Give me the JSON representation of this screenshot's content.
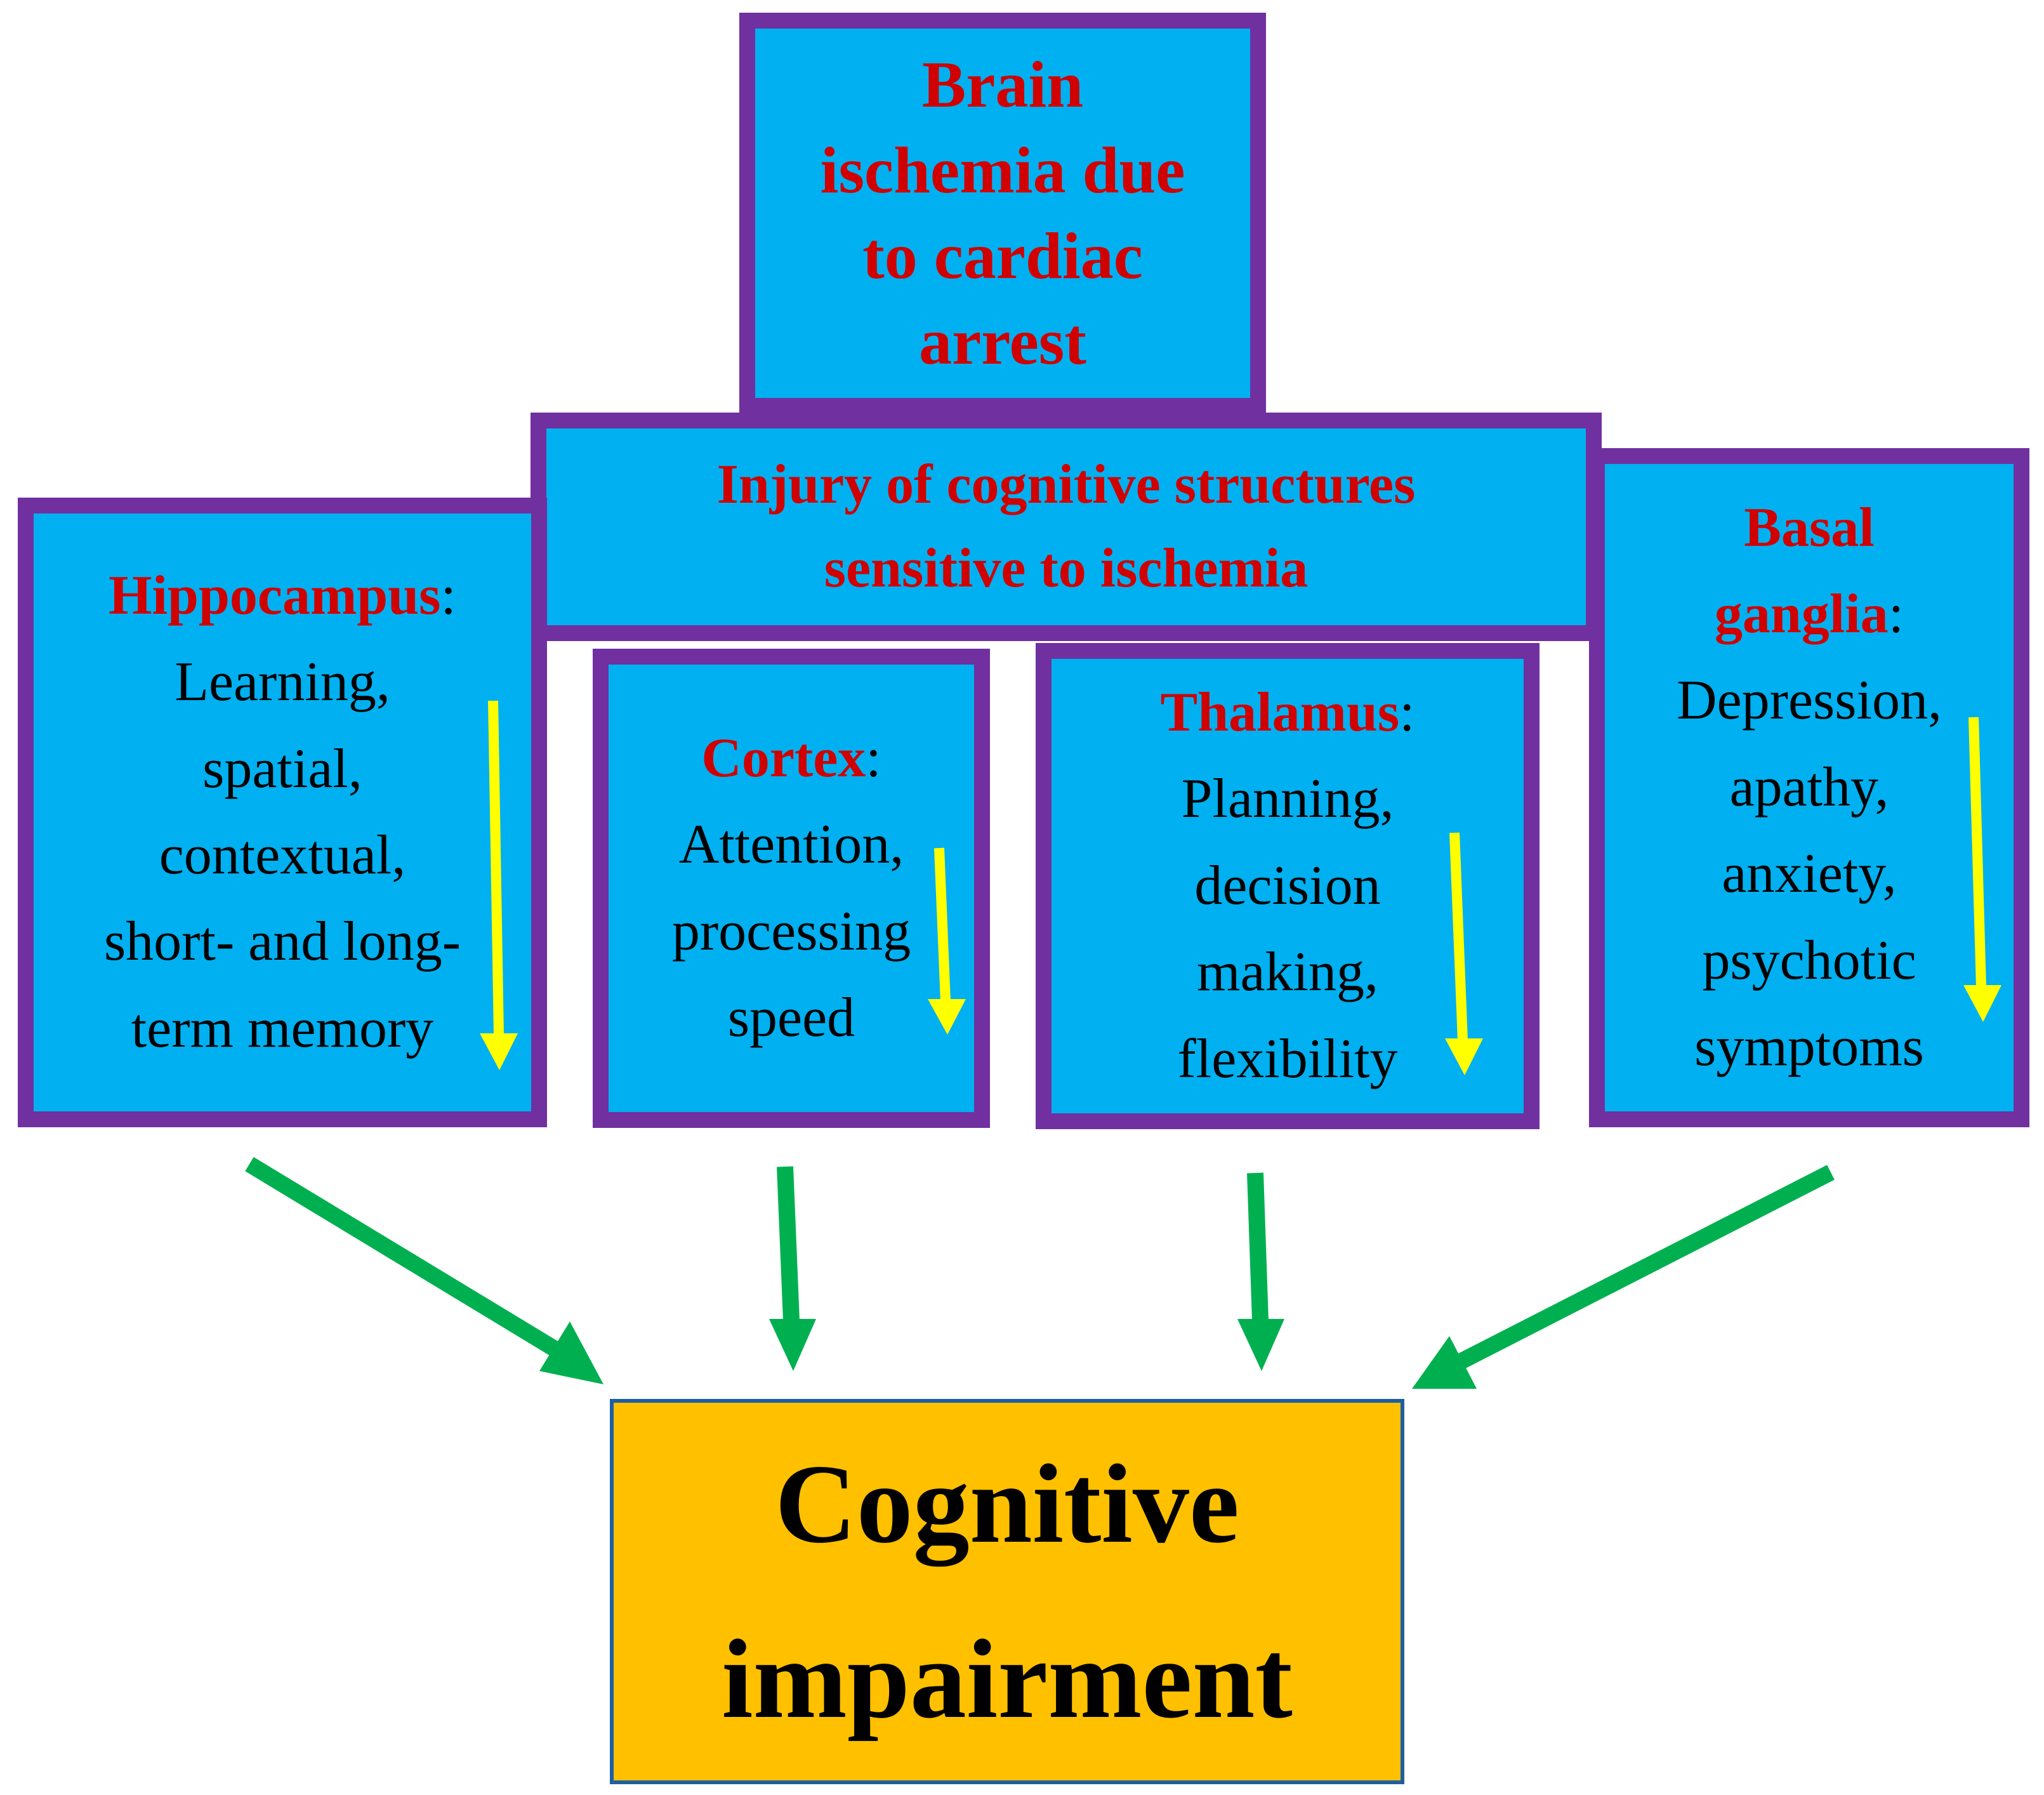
{
  "top": {
    "lines": [
      "Brain",
      "ischemia due",
      "to cardiac",
      "arrest"
    ]
  },
  "injury": {
    "lines": [
      "Injury of cognitive structures",
      "sensitive to ischemia"
    ]
  },
  "hippocampus": {
    "name": "Hippocampus",
    "colon": ":",
    "lines": [
      "Learning,",
      "spatial,",
      "contextual,",
      "short- and long-",
      "term memory"
    ]
  },
  "cortex": {
    "name": "Cortex",
    "colon": ":",
    "lines": [
      "Attention,",
      "processing",
      "speed"
    ]
  },
  "thalamus": {
    "name": "Thalamus",
    "colon": ":",
    "lines": [
      "Planning,",
      "decision",
      "making,",
      "flexibility"
    ]
  },
  "basal": {
    "name_line1": "Basal",
    "name_line2": "ganglia",
    "colon": ":",
    "lines": [
      "Depression,",
      "apathy,",
      "anxiety,",
      "psychotic",
      "symptoms"
    ]
  },
  "outcome": {
    "lines": [
      "Cognitive",
      "impairment"
    ]
  },
  "colors": {
    "box_fill": "#00b0f0",
    "box_border": "#7030a0",
    "title_text": "#d00000",
    "outcome_fill": "#ffc000",
    "down_arrow": "#ffff00",
    "flow_arrow": "#00b050"
  }
}
